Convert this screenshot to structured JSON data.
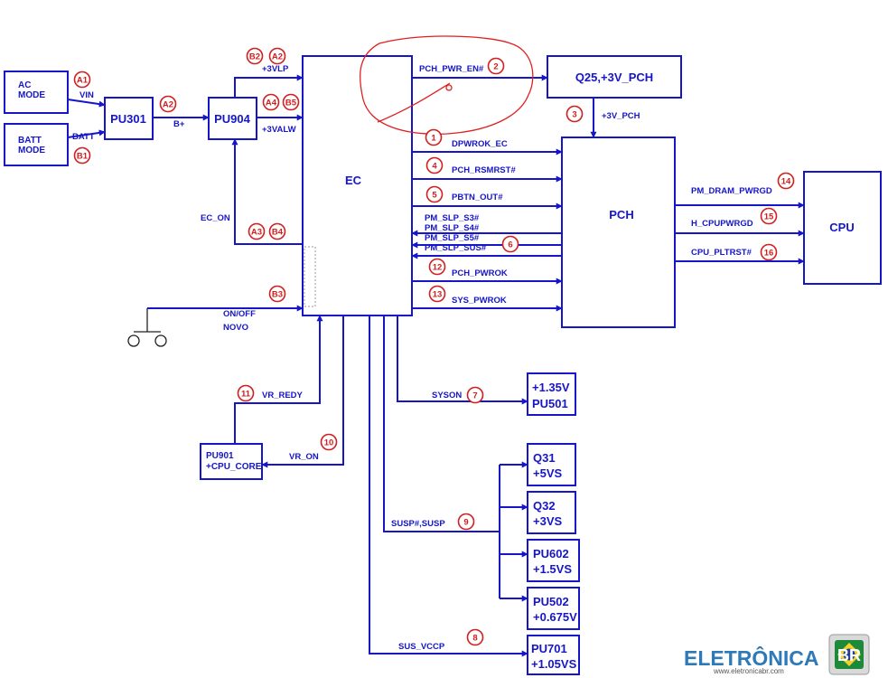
{
  "blocks": {
    "ac_mode": [
      "AC",
      "MODE"
    ],
    "batt_mode": [
      "BATT",
      "MODE"
    ],
    "pu301": "PU301",
    "pu904": "PU904",
    "ec": "EC",
    "q25": "Q25,+3V_PCH",
    "pch": "PCH",
    "cpu": "CPU",
    "pu501": [
      "+1.35V",
      "PU501"
    ],
    "q31": [
      "Q31",
      "+5VS"
    ],
    "q32": [
      "Q32",
      "+3VS"
    ],
    "pu602": [
      "PU602",
      "+1.5VS"
    ],
    "pu502": [
      "PU502",
      "+0.675V"
    ],
    "pu701": [
      "PU701",
      "+1.05VS"
    ],
    "pu901": [
      "PU901",
      "+CPU_CORE"
    ]
  },
  "signals": {
    "vin": "VIN",
    "batt": "BATT",
    "b_plus": "B+",
    "p3vlp": "+3VLP",
    "p3valw": "+3VALW",
    "ec_on": "EC_ON",
    "on_off": "ON/OFF",
    "novo": "NOVO",
    "pch_pwr_en": "PCH_PWR_EN#",
    "p3v_pch": "+3V_PCH",
    "dpwrok_ec": "DPWROK_EC",
    "pch_rsmrst": "PCH_RSMRST#",
    "pbtn_out": "PBTN_OUT#",
    "pm_slp_s3": "PM_SLP_S3#",
    "pm_slp_s4": "PM_SLP_S4#",
    "pm_slp_s5": "PM_SLP_S5#",
    "pm_slp_sus": "PM_SLP_SUS#",
    "pch_pwrok": "PCH_PWROK",
    "sys_pwrok": "SYS_PWROK",
    "pm_dram_pwrgd": "PM_DRAM_PWRGD",
    "h_cpupwrgd": "H_CPUPWRGD",
    "cpu_pltrst": "CPU_PLTRST#",
    "syson": "SYSON",
    "susp": "SUSP#,SUSP",
    "sus_vccp": "SUS_VCCP",
    "vr_redy": "VR_REDY",
    "vr_on": "VR_ON"
  },
  "badges": {
    "a1": "A1",
    "b1": "B1",
    "a2_pu301": "A2",
    "b2": "B2",
    "a2_pu904": "A2",
    "a4": "A4",
    "b5": "B5",
    "a3": "A3",
    "b4": "B4",
    "b3": "B3",
    "s1": "1",
    "s2": "2",
    "s3": "3",
    "s4": "4",
    "s5": "5",
    "s6": "6",
    "s7": "7",
    "s8": "8",
    "s9": "9",
    "s10": "10",
    "s11": "11",
    "s12": "12",
    "s13": "13",
    "s14": "14",
    "s15": "15",
    "s16": "16"
  },
  "watermark": {
    "brand": "ELETRÔNICA",
    "brand_suffix": "BR",
    "url": "www.eletronicabr.com"
  },
  "colors": {
    "line": "#1616c8",
    "badge": "#d11f1f",
    "annotation": "#e02020"
  }
}
